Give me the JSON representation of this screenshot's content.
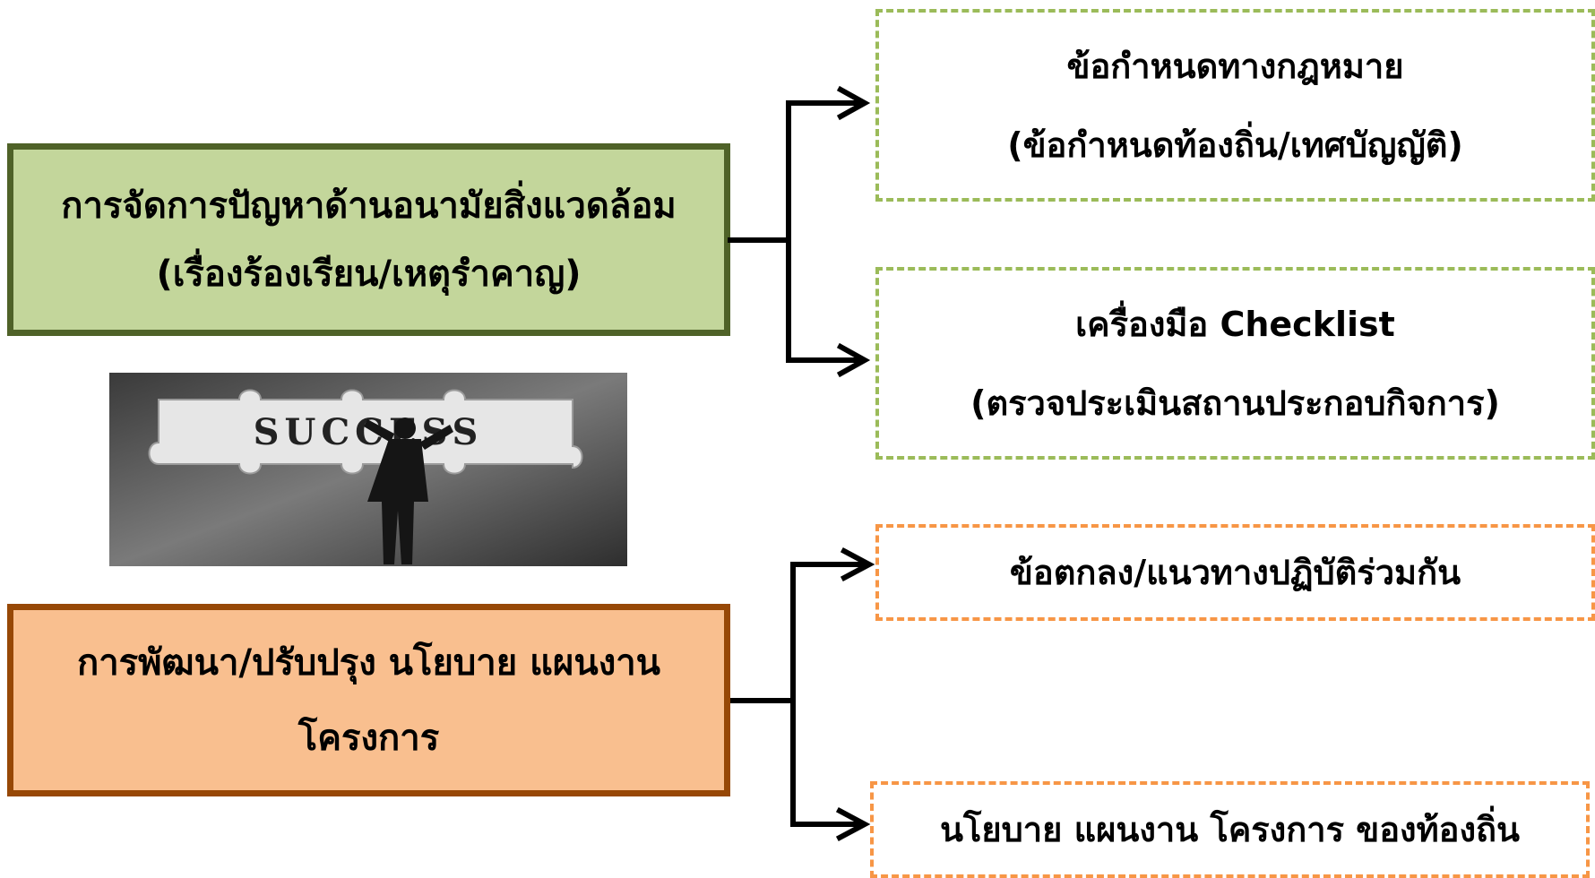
{
  "main": {
    "environment": {
      "line1": "การจัดการปัญหาด้านอนามัยสิ่งแวดล้อม",
      "line2": "(เรื่องร้องเรียน/เหตุรำคาญ)"
    },
    "policy": {
      "line1": "การพัฒนา/ปรับปรุง นโยบาย แผนงาน",
      "line2": "โครงการ"
    }
  },
  "outcomes": {
    "legal": {
      "line1": "ข้อกำหนดทางกฎหมาย",
      "line2": "(ข้อกำหนดท้องถิ่น/เทศบัญญัติ)"
    },
    "checklist": {
      "line1": "เครื่องมือ Checklist",
      "line2": "(ตรวจประเมินสถานประกอบกิจการ)"
    },
    "agreement": {
      "text": "ข้อตกลง/แนวทางปฏิบัติร่วมกัน"
    },
    "local_policy": {
      "text": "นโยบาย แผนงาน โครงการ ของท้องถิ่น"
    }
  },
  "image": {
    "puzzle_word": "SUCCESS"
  },
  "colors": {
    "green_fill": "#c3d69b",
    "green_border": "#4f6228",
    "green_dash": "#9bbb59",
    "orange_fill": "#f9bf8f",
    "orange_border": "#974806",
    "orange_dash": "#f79646"
  }
}
